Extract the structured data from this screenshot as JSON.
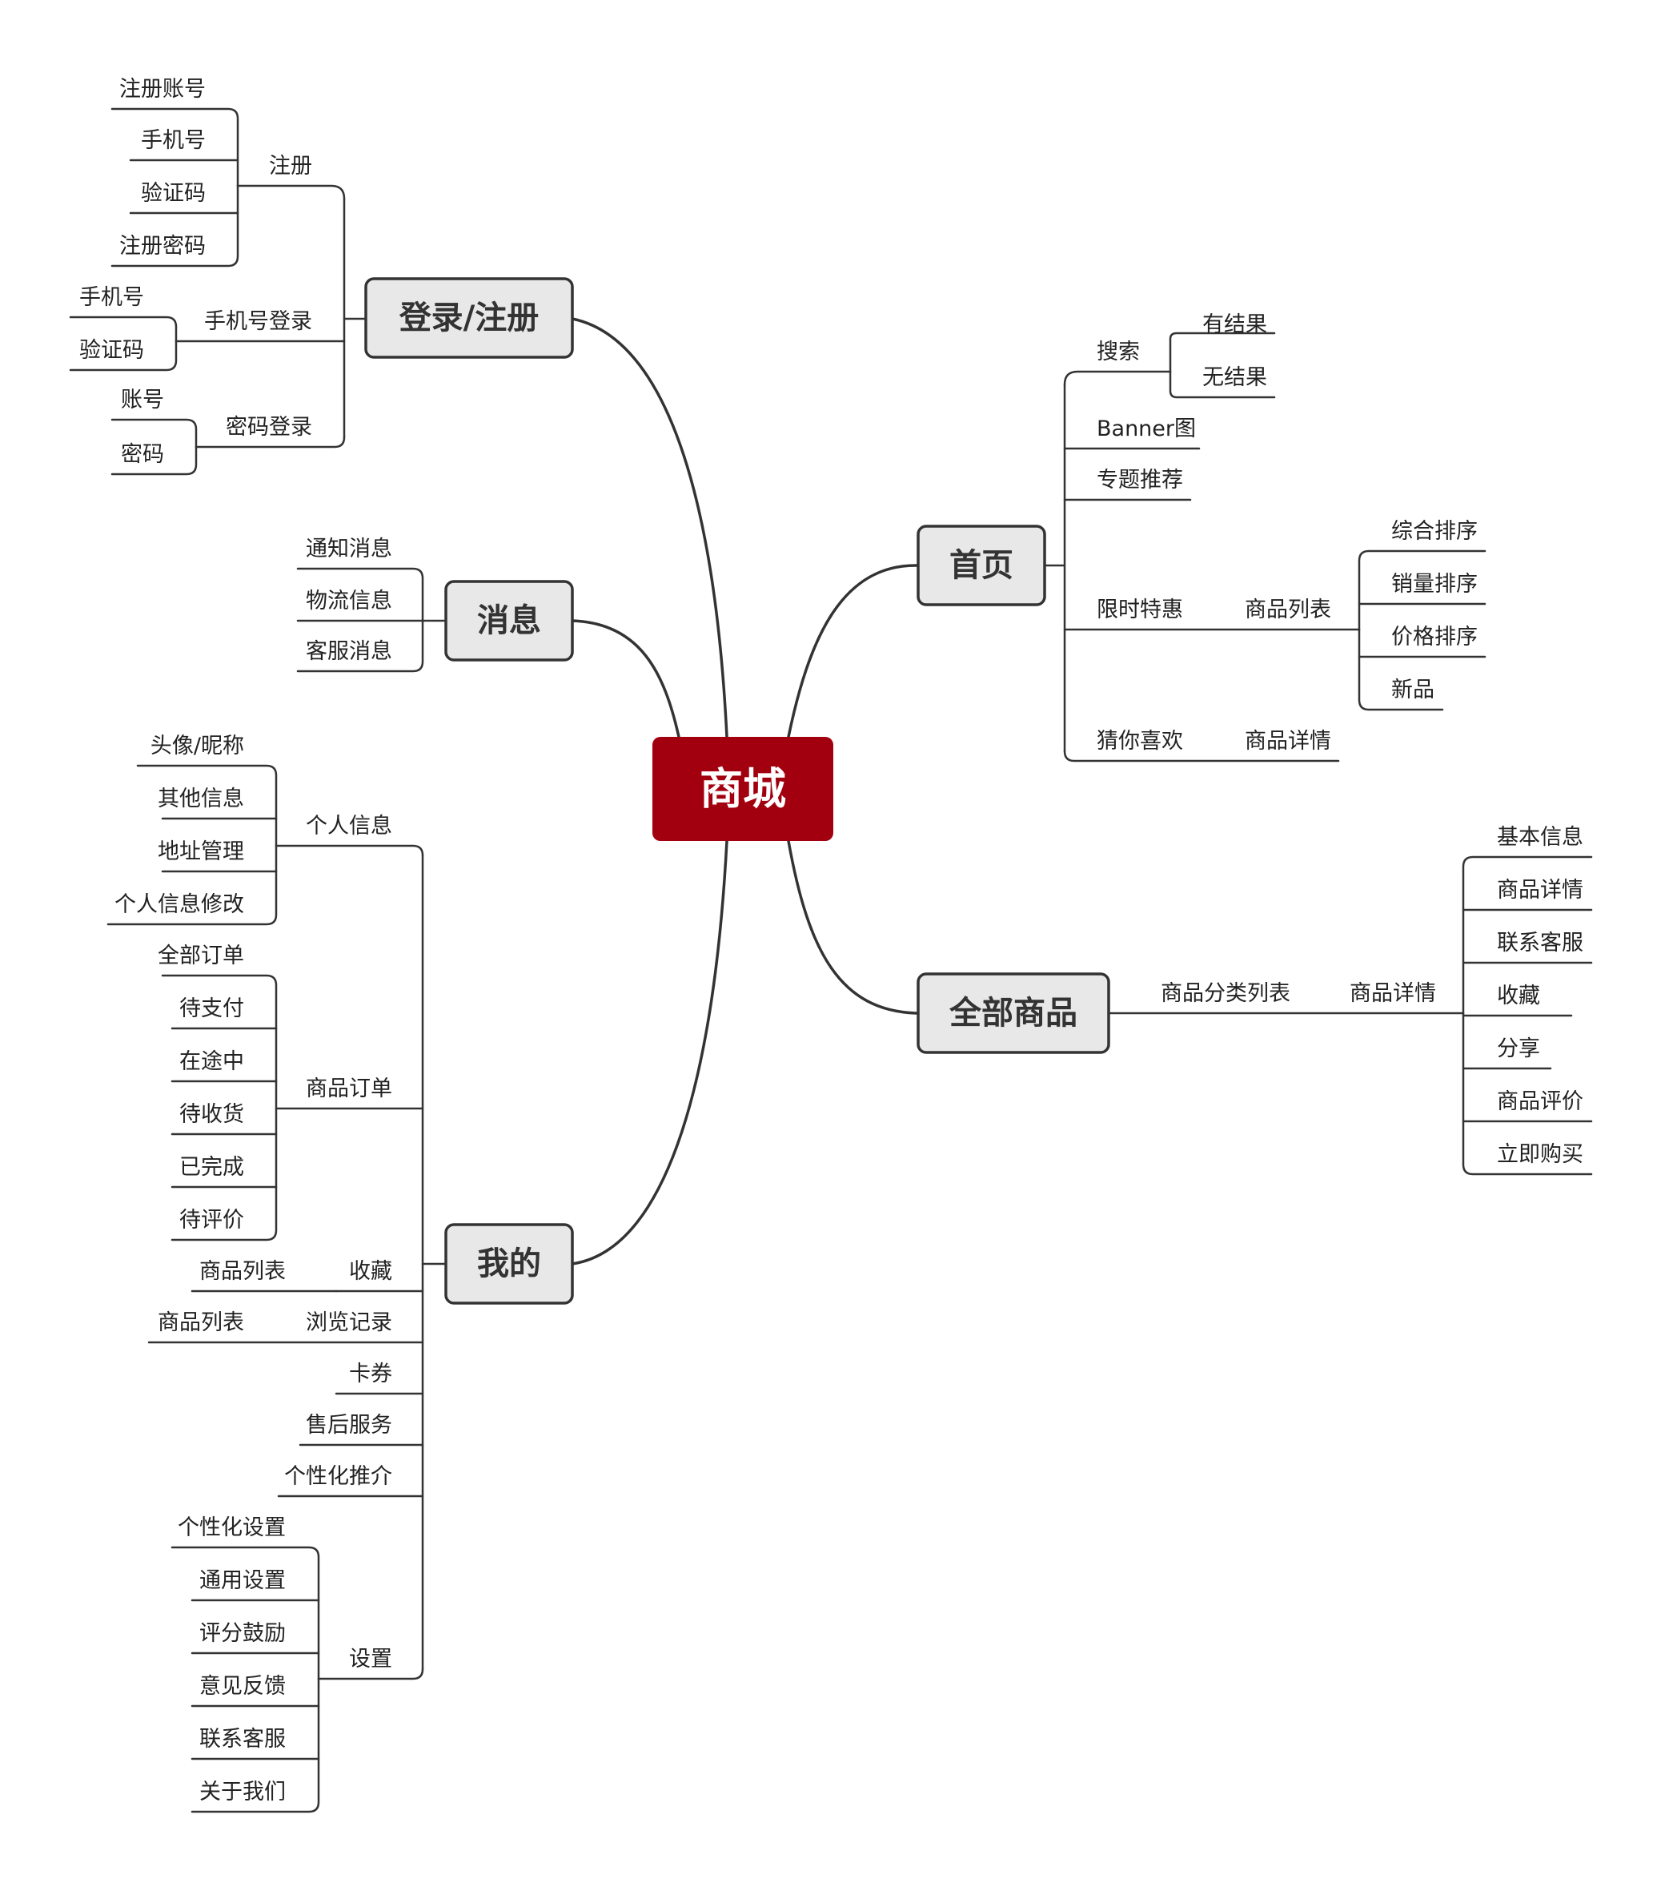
{
  "root": {
    "label": "商城"
  },
  "main": {
    "home": "首页",
    "all": "全部商品",
    "login": "登录/注册",
    "msg": "消息",
    "mine": "我的"
  },
  "home": {
    "search": "搜索",
    "has_result": "有结果",
    "no_result": "无结果",
    "banner": "Banner图",
    "topic": "专题推荐",
    "flash": "限时特惠",
    "product_list": "商品列表",
    "sort": [
      "综合排序",
      "销量排序",
      "价格排序",
      "新品"
    ],
    "guess": "猜你喜欢",
    "detail": "商品详情"
  },
  "all": {
    "category": "商品分类列表",
    "detail": "商品详情",
    "items": [
      "基本信息",
      "商品详情",
      "联系客服",
      "收藏",
      "分享",
      "商品评价",
      "立即购买"
    ]
  },
  "login": {
    "register": "注册",
    "register_items": [
      "注册账号",
      "手机号",
      "验证码",
      "注册密码"
    ],
    "phone_login": "手机号登录",
    "phone_items": [
      "手机号",
      "验证码"
    ],
    "pwd_login": "密码登录",
    "pwd_items": [
      "账号",
      "密码"
    ]
  },
  "msg": {
    "items": [
      "通知消息",
      "物流信息",
      "客服消息"
    ]
  },
  "mine": {
    "profile": "个人信息",
    "profile_items": [
      "头像/昵称",
      "其他信息",
      "地址管理",
      "个人信息修改"
    ],
    "orders": "商品订单",
    "order_items": [
      "全部订单",
      "待支付",
      "在途中",
      "待收货",
      "已完成",
      "待评价"
    ],
    "fav": "收藏",
    "fav_list": "商品列表",
    "history": "浏览记录",
    "history_list": "商品列表",
    "coupon": "卡券",
    "after_sale": "售后服务",
    "recommend": "个性化推介",
    "settings": "设置",
    "settings_items": [
      "个性化设置",
      "通用设置",
      "评分鼓励",
      "意见反馈",
      "联系客服",
      "关于我们"
    ]
  },
  "colors": {
    "root_fill": "#a3000f",
    "box_fill": "#e8e8e8",
    "line": "#333333"
  }
}
